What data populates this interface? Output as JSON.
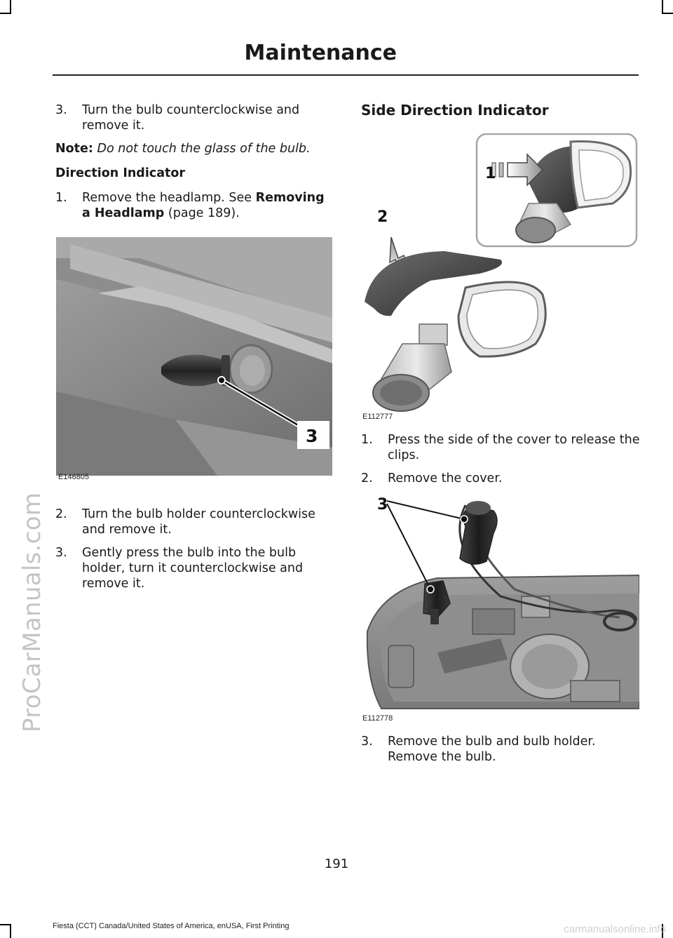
{
  "header": {
    "title": "Maintenance"
  },
  "side_watermark": "ProCarManuals.com",
  "left_column": {
    "step_top": {
      "num": "3.",
      "text": "Turn the bulb counterclockwise and remove it."
    },
    "note": {
      "label": "Note:",
      "text": "Do not touch the glass of the bulb."
    },
    "subheading": "Direction Indicator",
    "step1": {
      "num": "1.",
      "text": "Remove the headlamp.  See",
      "link": "Removing a Headlamp",
      "page_ref": "(page 189)."
    },
    "figure": {
      "code": "E146805",
      "callout": "3"
    },
    "step2": {
      "num": "2.",
      "text": "Turn the bulb holder counterclockwise and remove it."
    },
    "step3": {
      "num": "3.",
      "text": "Gently press the bulb into the bulb holder, turn it counterclockwise and remove it."
    }
  },
  "right_column": {
    "heading": "Side Direction Indicator",
    "figure1": {
      "code": "E112777",
      "callout_1": "1",
      "callout_2": "2"
    },
    "step1": {
      "num": "1.",
      "text": "Press the side of the cover to release the clips."
    },
    "step2": {
      "num": "2.",
      "text": "Remove the cover."
    },
    "figure2": {
      "code": "E112778",
      "callout": "3"
    },
    "step3": {
      "num": "3.",
      "text": "Remove the bulb and bulb holder. Remove the bulb."
    }
  },
  "page_number": "191",
  "footer": "Fiesta (CCT) Canada/United States of America, enUSA, First Printing",
  "corner_watermark": "carmanualsonline.info"
}
